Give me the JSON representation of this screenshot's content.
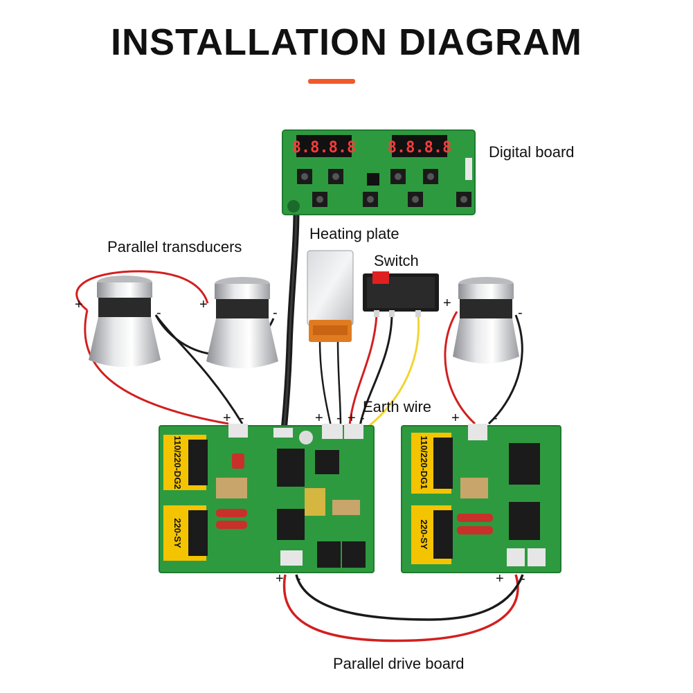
{
  "title": "INSTALLATION DIAGRAM",
  "colors": {
    "accent": "#f0592a",
    "pcb_green": "#2e9a3f",
    "pcb_dark": "#1f7a30",
    "wire_red": "#d21f1f",
    "wire_black": "#1a1a1a",
    "wire_yellow": "#f2d530"
  },
  "labels": {
    "digital_board": "Digital board",
    "heating_plate": "Heating plate",
    "switch": "Switch",
    "parallel_transducers": "Parallel transducers",
    "earth_wire": "Earth wire",
    "parallel_drive_board": "Parallel drive board"
  },
  "polarity": {
    "plus": "+",
    "minus": "-"
  },
  "boards": {
    "left": {
      "transformer_top": "110/220-DG2",
      "transformer_bottom": "220-SY"
    },
    "right": {
      "transformer_top": "110/220-DG1",
      "transformer_bottom": "220-SY"
    }
  },
  "display": {
    "left": "8.8.8.8",
    "right": "8.8.8.8"
  }
}
